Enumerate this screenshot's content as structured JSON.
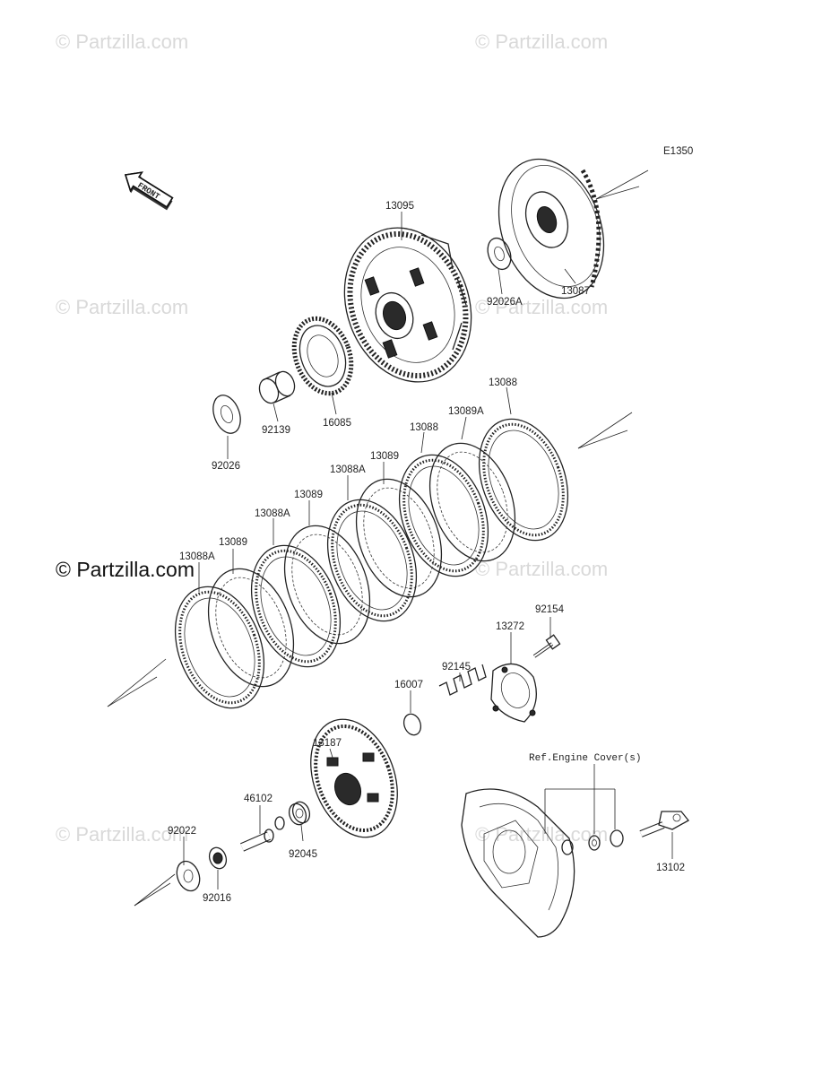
{
  "watermarks": [
    "© Partzilla.com",
    "© Partzilla.com",
    "© Partzilla.com",
    "© Partzilla.com",
    "© Partzilla.com",
    "© Partzilla.com",
    "© Partzilla.com",
    "© Partzilla.com"
  ],
  "watermark_strong": "© Partzilla.com",
  "diagram_code": "E1350",
  "front_label": "FRONT",
  "ref_note": "Ref.Engine Cover(s)",
  "parts": {
    "p13095": "13095",
    "p13087": "13087",
    "p92026A": "92026A",
    "p16085": "16085",
    "p92139": "92139",
    "p92026": "92026",
    "p13088_top": "13088",
    "p13089A_top": "13089A",
    "p13088_b": "13088",
    "p13089_a": "13089",
    "p13088A_a": "13088A",
    "p13089_b": "13089",
    "p13088A_b": "13088A",
    "p13089_c": "13089",
    "p13088A_c": "13088A",
    "p92154": "92154",
    "p13272": "13272",
    "p92145": "92145",
    "p16007": "16007",
    "p13187": "13187",
    "p46102": "46102",
    "p92022": "92022",
    "p92045": "92045",
    "p92016": "92016",
    "p13102": "13102"
  }
}
